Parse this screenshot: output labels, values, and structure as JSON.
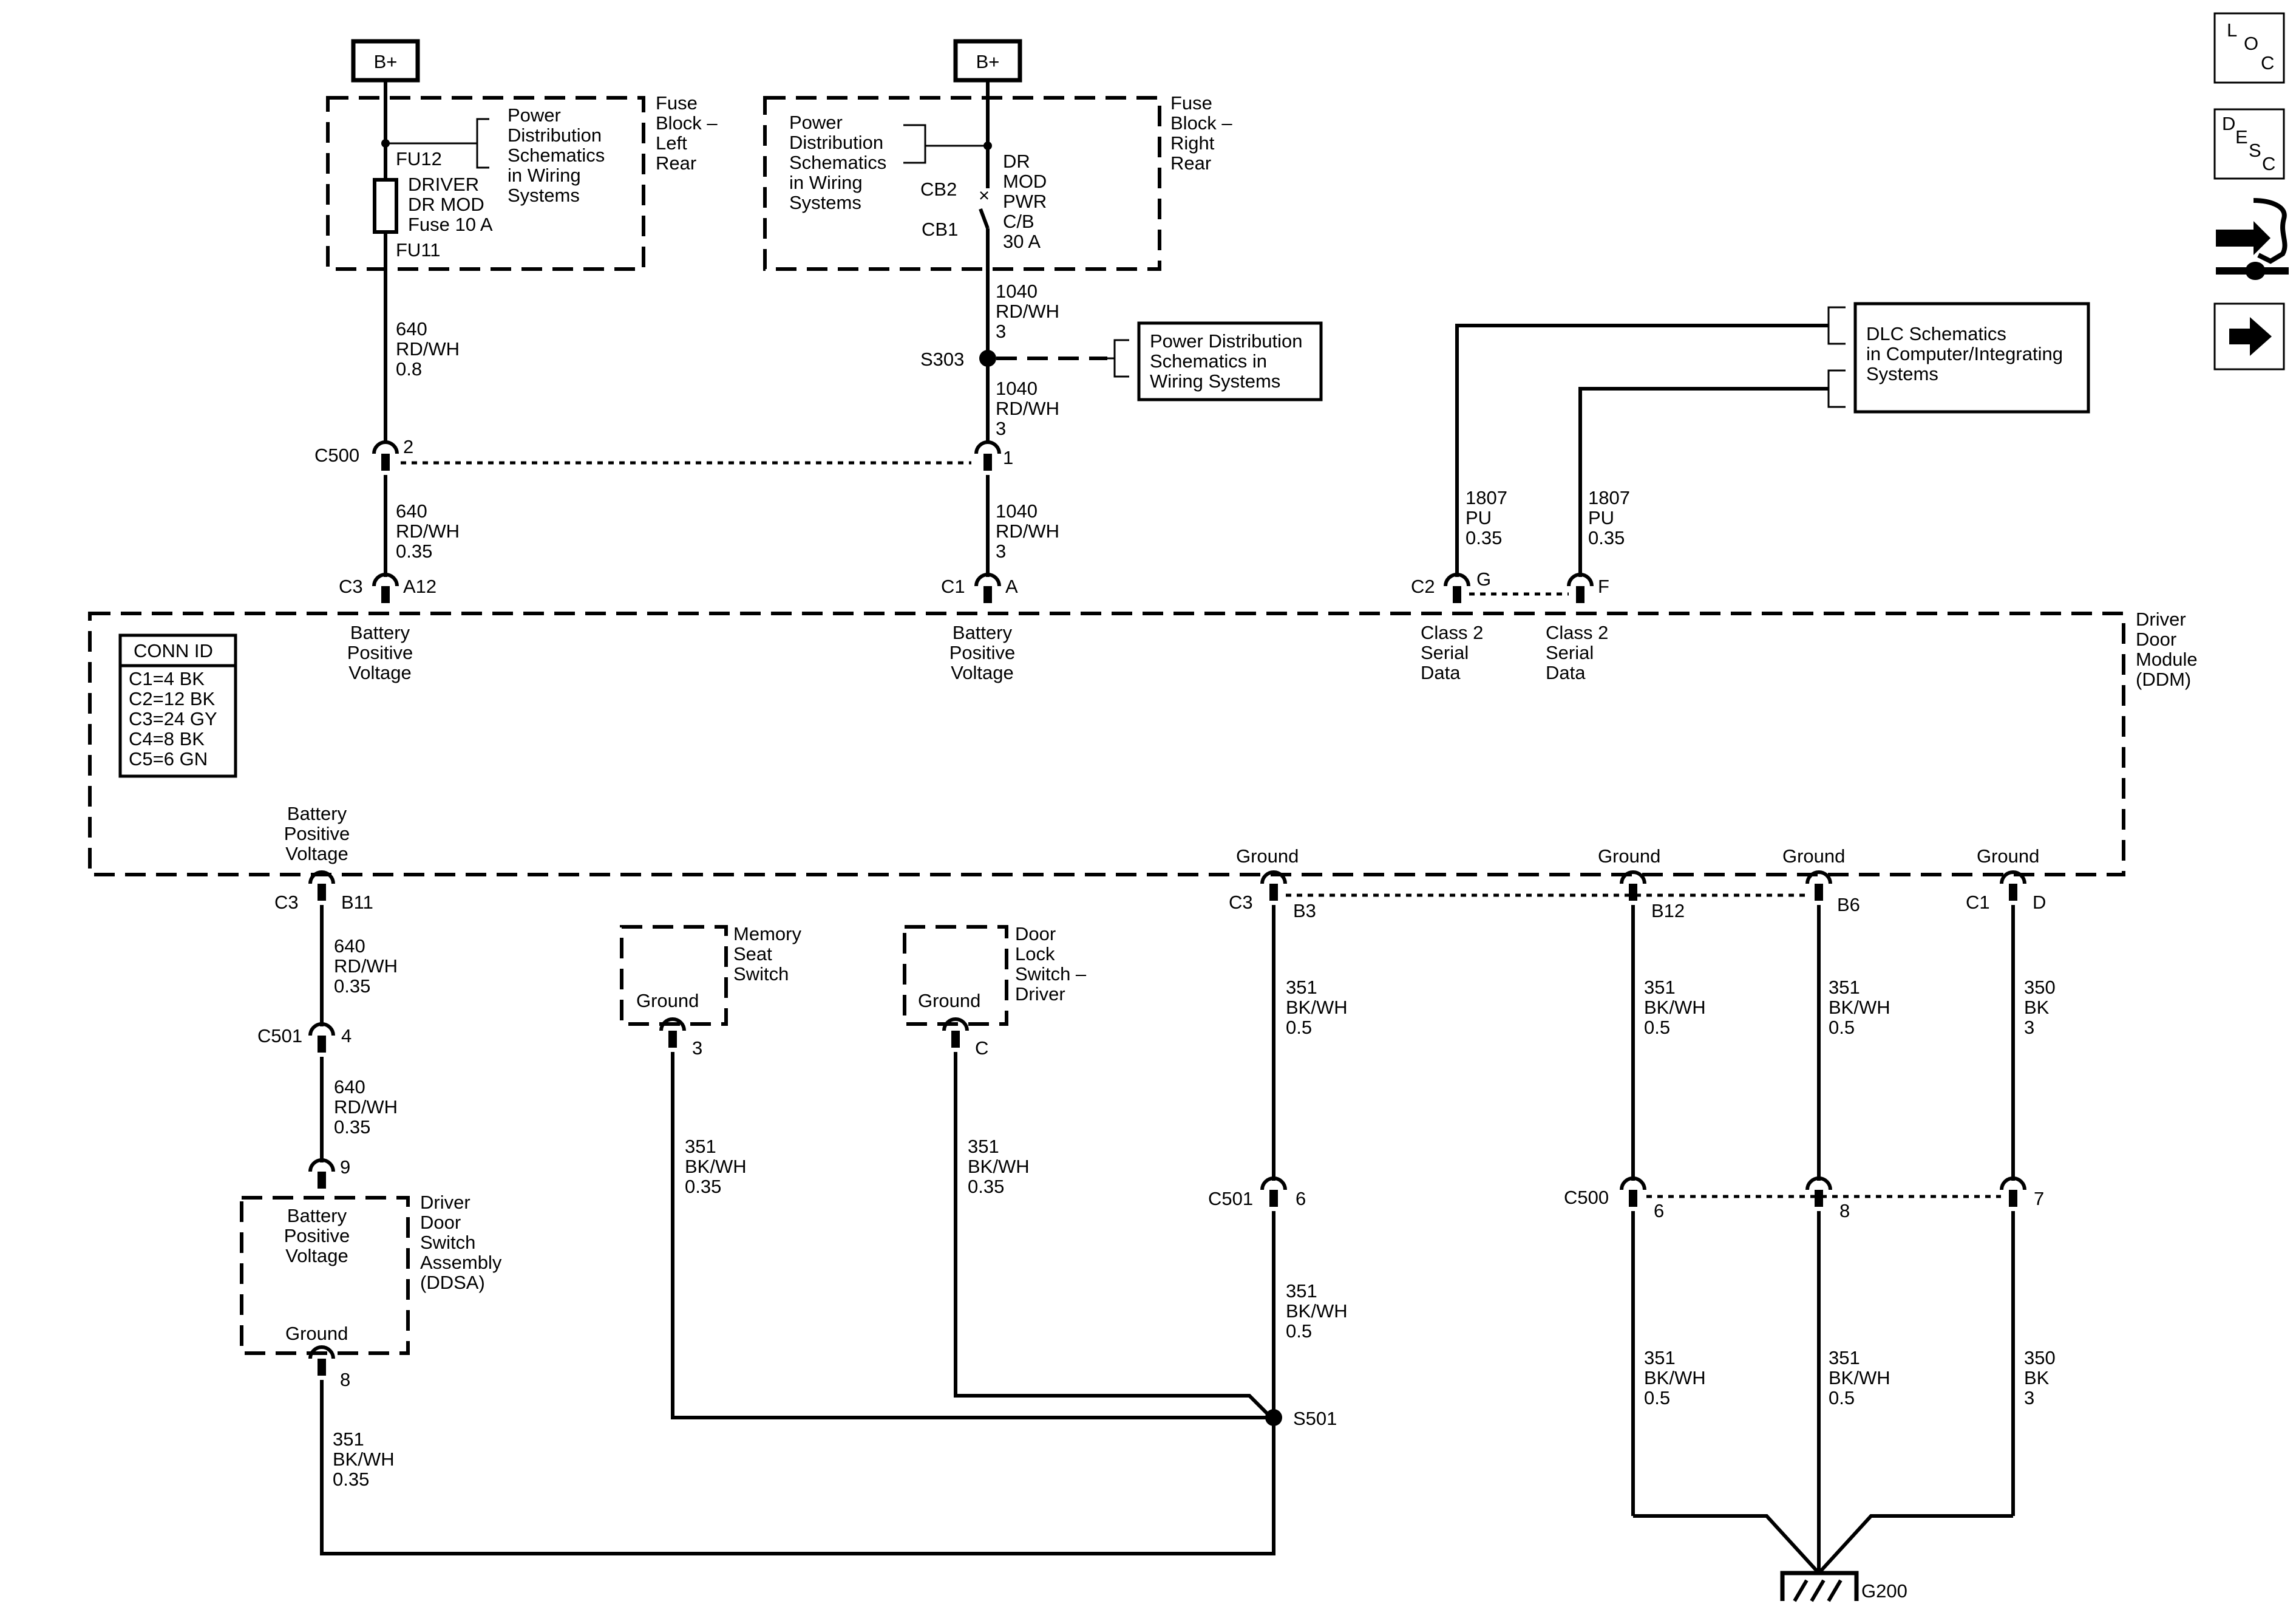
{
  "nav": {
    "loc": {
      "l": "L",
      "o": "O",
      "c": "C"
    },
    "desc": {
      "d": "D",
      "e": "E",
      "s": "S",
      "c": "C"
    }
  },
  "power": {
    "b_plus_1": "B+",
    "b_plus_2": "B+",
    "fuse_left": {
      "title": [
        "Fuse",
        "Block –",
        "Left",
        "Rear"
      ],
      "ref": [
        "Power",
        "Distribution",
        "Schematics",
        "in Wiring",
        "Systems"
      ],
      "fu12": "FU12",
      "fuse": [
        "DRIVER",
        "DR MOD",
        "Fuse 10 A"
      ],
      "fu11": "FU11"
    },
    "fuse_right": {
      "title": [
        "Fuse",
        "Block –",
        "Right",
        "Rear"
      ],
      "ref": [
        "Power",
        "Distribution",
        "Schematics",
        "in Wiring",
        "Systems"
      ],
      "cb2": "CB2",
      "cb1": "CB1",
      "breaker": [
        "DR",
        "MOD",
        "PWR",
        "C/B",
        "30 A"
      ]
    }
  },
  "wires": {
    "w640_08": [
      "640",
      "RD/WH",
      "0.8"
    ],
    "w640_035_a": [
      "640",
      "RD/WH",
      "0.35"
    ],
    "w640_035_b": [
      "640",
      "RD/WH",
      "0.35"
    ],
    "w640_035_c": [
      "640",
      "RD/WH",
      "0.35"
    ],
    "w1040_a": [
      "1040",
      "RD/WH",
      "3"
    ],
    "w1040_b": [
      "1040",
      "RD/WH",
      "3"
    ],
    "w1040_c": [
      "1040",
      "RD/WH",
      "3"
    ],
    "w1807_a": [
      "1807",
      "PU",
      "0.35"
    ],
    "w1807_b": [
      "1807",
      "PU",
      "0.35"
    ],
    "w351_mem": [
      "351",
      "BK/WH",
      "0.35"
    ],
    "w351_lock": [
      "351",
      "BK/WH",
      "0.35"
    ],
    "w351_b3_a": [
      "351",
      "BK/WH",
      "0.5"
    ],
    "w351_b3_b": [
      "351",
      "BK/WH",
      "0.5"
    ],
    "w351_b12_a": [
      "351",
      "BK/WH",
      "0.5"
    ],
    "w351_b12_b": [
      "351",
      "BK/WH",
      "0.5"
    ],
    "w351_b6_a": [
      "351",
      "BK/WH",
      "0.5"
    ],
    "w351_b6_b": [
      "351",
      "BK/WH",
      "0.5"
    ],
    "w350_a": [
      "350",
      "BK",
      "3"
    ],
    "w350_b": [
      "350",
      "BK",
      "3"
    ],
    "w351_ddsa": [
      "351",
      "BK/WH",
      "0.35"
    ]
  },
  "splices": {
    "s303": "S303",
    "s501": "S501"
  },
  "connectors": {
    "c500": "C500",
    "c500_pin2": "2",
    "c500_pin1": "1",
    "c3_a12": "C3",
    "a12": "A12",
    "c1_a": "C1",
    "pin_a": "A",
    "c2_g": "C2",
    "pin_g": "G",
    "pin_f": "F",
    "c3_b11": "C3",
    "b11": "B11",
    "c501_4": "C501",
    "pin_4": "4",
    "pin_9": "9",
    "pin_8": "8",
    "pin_3": "3",
    "pin_c": "C",
    "c3_b3": "C3",
    "b3": "B3",
    "b12": "B12",
    "b6": "B6",
    "c1_d": "C1",
    "pin_d": "D",
    "c501_6": "C501",
    "pin_6": "6",
    "c500_b": "C500",
    "pin_6b": "6",
    "pin_8b": "8",
    "pin_7": "7"
  },
  "refs": {
    "pd_splice": [
      "Power Distribution",
      "Schematics in",
      "Wiring Systems"
    ],
    "dlc": [
      "DLC Schematics",
      "in Computer/Integrating",
      "Systems"
    ]
  },
  "module": {
    "name": [
      "Driver",
      "Door",
      "Module",
      "(DDM)"
    ],
    "conn_id_title": "CONN ID",
    "conn_id": [
      "C1=4 BK",
      "C2=12 BK",
      "C3=24 GY",
      "C4=8 BK",
      "C5=6 GN"
    ],
    "bpv_a12": [
      "Battery",
      "Positive",
      "Voltage"
    ],
    "bpv_a": [
      "Battery",
      "Positive",
      "Voltage"
    ],
    "serial_g": [
      "Class 2",
      "Serial",
      "Data"
    ],
    "serial_f": [
      "Class 2",
      "Serial",
      "Data"
    ],
    "bpv_b11": [
      "Battery",
      "Positive",
      "Voltage"
    ],
    "gnd_b3": "Ground",
    "gnd_b12": "Ground",
    "gnd_b6": "Ground",
    "gnd_d": "Ground"
  },
  "components": {
    "memory_seat": {
      "name": [
        "Memory",
        "Seat",
        "Switch"
      ],
      "pin_label": "Ground"
    },
    "door_lock": {
      "name": [
        "Door",
        "Lock",
        "Switch –",
        "Driver"
      ],
      "pin_label": "Ground"
    },
    "ddsa": {
      "name": [
        "Driver",
        "Door",
        "Switch",
        "Assembly",
        "(DDSA)"
      ],
      "bpv": [
        "Battery",
        "Positive",
        "Voltage"
      ],
      "ground": "Ground"
    }
  },
  "ground_point": "G200"
}
